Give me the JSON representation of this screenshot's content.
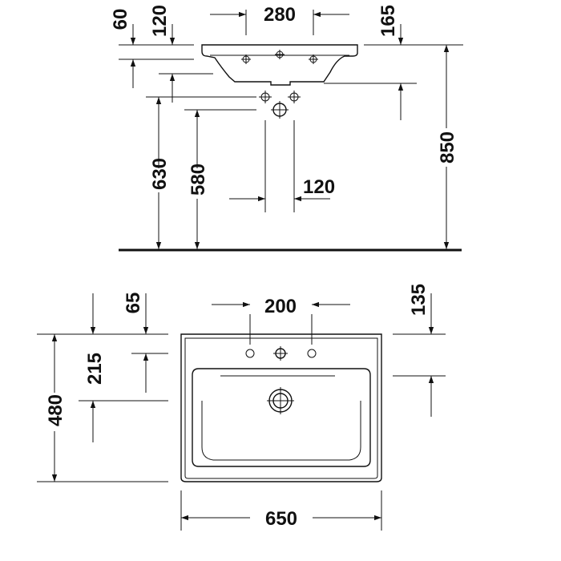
{
  "side_view": {
    "dim_top_offset": "60",
    "dim_tap_depth": "120",
    "dim_hole_spacing": "280",
    "dim_bowl_depth": "165",
    "dim_waste_height": "630",
    "dim_supply_height": "580",
    "dim_overall_height": "850",
    "dim_supply_spacing": "120"
  },
  "plan_view": {
    "dim_tap_from_back": "65",
    "dim_bowl_start": "215",
    "dim_overall_depth": "480",
    "dim_side_hole_spacing": "200",
    "dim_waste_offset": "135",
    "dim_overall_width": "650"
  },
  "colors": {
    "line": "#111111",
    "background": "#ffffff"
  }
}
